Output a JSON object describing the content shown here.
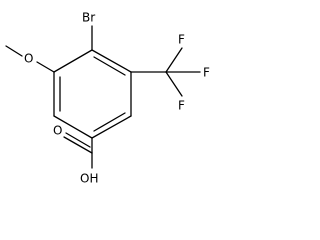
{
  "molecule": {
    "atoms": {
      "bromine": "Br",
      "methoxy_oxygen": "O",
      "fluorine_top": "F",
      "fluorine_middle": "F",
      "fluorine_bottom": "F",
      "carbonyl_oxygen": "O",
      "hydroxyl": "OH"
    }
  }
}
